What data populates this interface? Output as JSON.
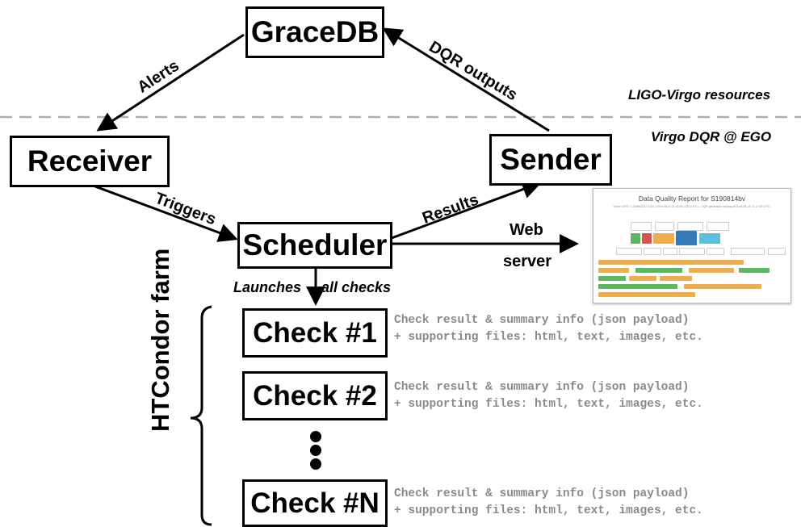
{
  "nodes": {
    "gracedb": "GraceDB",
    "receiver": "Receiver",
    "sender": "Sender",
    "scheduler": "Scheduler",
    "check1": "Check #1",
    "check2": "Check #2",
    "checkN": "Check #N"
  },
  "edges": {
    "alerts": "Alerts",
    "dqr_outputs": "DQR outputs",
    "triggers": "Triggers",
    "results": "Results",
    "web": "Web",
    "server": "server",
    "launches": "Launches",
    "all_checks": "all checks"
  },
  "regions": {
    "ligo_virgo": "LIGO-Virgo resources",
    "virgo_dqr": "Virgo DQR @ EGO",
    "farm": "HTCondor farm"
  },
  "check_info": {
    "line1": "Check result & summary info (json payload)",
    "line2": "+ supporting files: html, text, images, etc."
  },
  "web_preview": {
    "title": "Data Quality Report for S190814bv",
    "subtitle": "Event: GPS = 1249852257.0130 | 2019-08-14 21:10:39.0130 (UTC) -- DQR generation starting at 2019-08-14 21:17:30 (UTC)"
  },
  "colors": {
    "separator": "#b0b0b0",
    "info_text": "#8a8a8a",
    "preview_orange": "#f0ad4e",
    "preview_green": "#5cb85c",
    "preview_red": "#d9534f",
    "preview_blue": "#337ab7",
    "preview_cyan": "#5bc0de"
  }
}
